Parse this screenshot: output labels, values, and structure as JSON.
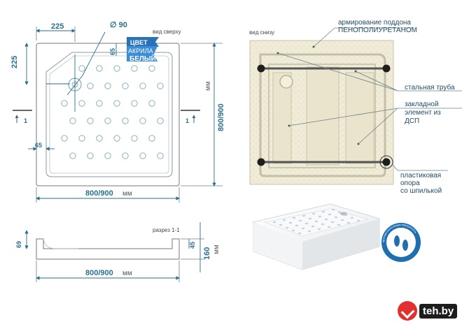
{
  "top_view": {
    "caption": "вид сверху",
    "dim_width_top": "225",
    "dim_height_left": "225",
    "dim_drain_dia": "∅ 90",
    "dim_edge": "65",
    "dim_bottom_left": "65",
    "dim_total_w": "800/900",
    "dim_total_w_unit": "мм",
    "dim_total_h": "800/900",
    "dim_total_h_unit": "мм",
    "section_mark_left": "1",
    "section_mark_right": "1",
    "color_label_1": "ЦВЕТ",
    "color_label_2": "АКРИЛА",
    "color_label_3": "БЕЛЫЙ"
  },
  "bottom_view": {
    "caption": "вид снизу",
    "callout_reinforcement_1": "армирование поддона",
    "callout_reinforcement_2": "ПЕНОПОЛИУРЕТАНОМ",
    "callout_pipe": "стальная труба",
    "callout_insert_1": "закладной",
    "callout_insert_2": "элемент из",
    "callout_insert_3": "ДСП",
    "callout_support_1": "пластиковая",
    "callout_support_2": "опора",
    "callout_support_3": "со шпилькой"
  },
  "section_view": {
    "caption": "разрез 1-1",
    "dim_left": "69",
    "dim_inner": "45",
    "dim_right": "160",
    "dim_right_unit": "мм",
    "dim_total_w": "800/900",
    "dim_total_w_unit": "мм"
  },
  "product": {
    "badge_text": "противоскользящая поверхность"
  },
  "watermark": {
    "text": "teh.by"
  }
}
